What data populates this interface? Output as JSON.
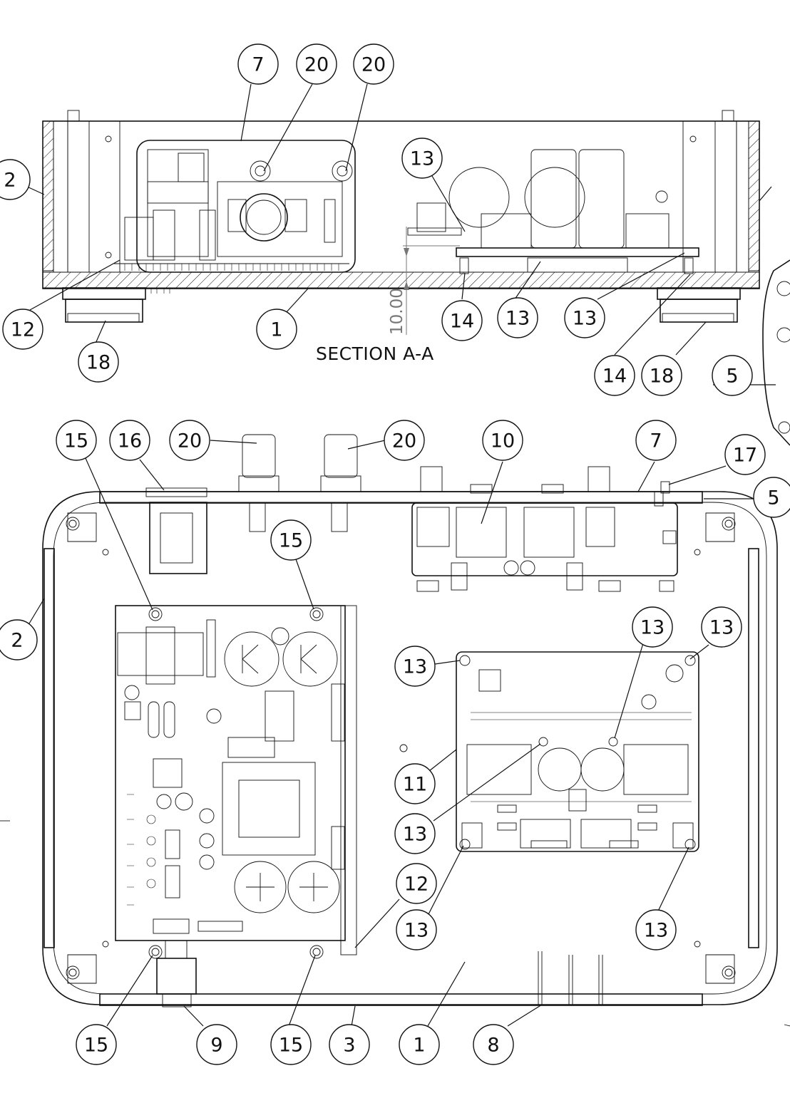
{
  "section_label": "SECTION A-A",
  "dimension_label": "10.00",
  "balloons": [
    {
      "id": "b-7-top",
      "label": "7"
    },
    {
      "id": "b-20-top-a",
      "label": "20"
    },
    {
      "id": "b-20-top-b",
      "label": "20"
    },
    {
      "id": "b-2-top",
      "label": "2"
    },
    {
      "id": "b-13-top",
      "label": "13"
    },
    {
      "id": "b-12-top",
      "label": "12"
    },
    {
      "id": "b-18-top-left",
      "label": "18"
    },
    {
      "id": "b-1-top",
      "label": "1"
    },
    {
      "id": "b-14-top-a",
      "label": "14"
    },
    {
      "id": "b-13-top-b",
      "label": "13"
    },
    {
      "id": "b-13-top-c",
      "label": "13"
    },
    {
      "id": "b-14-top-b",
      "label": "14"
    },
    {
      "id": "b-18-top-right",
      "label": "18"
    },
    {
      "id": "b-5-side",
      "label": "5"
    },
    {
      "id": "b-15-a",
      "label": "15"
    },
    {
      "id": "b-16",
      "label": "16"
    },
    {
      "id": "b-20-bottom-a",
      "label": "20"
    },
    {
      "id": "b-20-bottom-b",
      "label": "20"
    },
    {
      "id": "b-10",
      "label": "10"
    },
    {
      "id": "b-7-bottom",
      "label": "7"
    },
    {
      "id": "b-17",
      "label": "17"
    },
    {
      "id": "b-5-bottom",
      "label": "5"
    },
    {
      "id": "b-15-b",
      "label": "15"
    },
    {
      "id": "b-2-bottom",
      "label": "2"
    },
    {
      "id": "b-13-d",
      "label": "13"
    },
    {
      "id": "b-13-e",
      "label": "13"
    },
    {
      "id": "b-13-f",
      "label": "13"
    },
    {
      "id": "b-11",
      "label": "11"
    },
    {
      "id": "b-13-g",
      "label": "13"
    },
    {
      "id": "b-12-bottom",
      "label": "12"
    },
    {
      "id": "b-13-h",
      "label": "13"
    },
    {
      "id": "b-13-i",
      "label": "13"
    },
    {
      "id": "b-15-c",
      "label": "15"
    },
    {
      "id": "b-9",
      "label": "9"
    },
    {
      "id": "b-15-d",
      "label": "15"
    },
    {
      "id": "b-3",
      "label": "3"
    },
    {
      "id": "b-1-bottom",
      "label": "1"
    },
    {
      "id": "b-8",
      "label": "8"
    }
  ]
}
